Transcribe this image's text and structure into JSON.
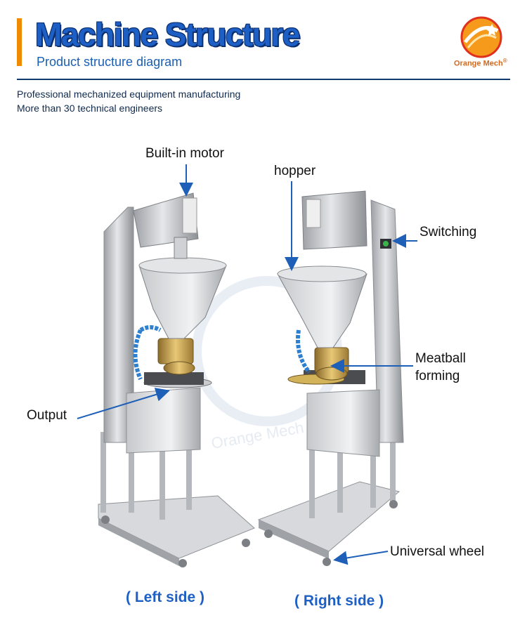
{
  "header": {
    "title": "Machine Structure",
    "subtitle": "Product structure diagram",
    "brand": "Orange Mech",
    "registered": "®"
  },
  "description": {
    "line1": "Professional mechanized equipment manufacturing",
    "line2": "More than 30 technical engineers"
  },
  "labels": {
    "motor": "Built-in motor",
    "hopper": "hopper",
    "switching": "Switching",
    "meatball_line1": "Meatball",
    "meatball_line2": "forming",
    "output": "Output",
    "wheel": "Universal wheel"
  },
  "captions": {
    "left": "( Left side )",
    "right": "( Right side )"
  },
  "watermark": "Orange Mech",
  "colors": {
    "title_blue": "#1d5fc4",
    "accent_orange": "#f08a00",
    "rule_navy": "#0f3a6e",
    "arrow_blue": "#1e5fb8",
    "brass": "#c9a24a"
  }
}
